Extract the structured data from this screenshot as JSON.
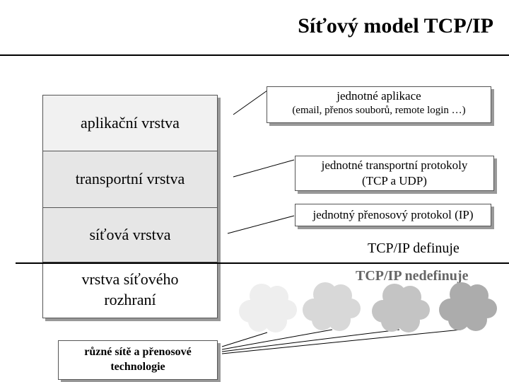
{
  "title": "Síťový model TCP/IP",
  "layers": [
    {
      "label": "aplikační vrstva",
      "fill": "#f1f1f1"
    },
    {
      "label": "transportní vrstva",
      "fill": "#e6e6e6"
    },
    {
      "label": "síťová vrstva",
      "fill": "#e6e6e6"
    },
    {
      "label": "vrstva síťového rozhraní",
      "fill": "#ffffff"
    }
  ],
  "callouts": {
    "application": {
      "line1": "jednotné aplikace",
      "line2": "(email, přenos souborů, remote login …)"
    },
    "transport": {
      "line1": "jednotné transportní protokoly",
      "line2": "(TCP a UDP)"
    },
    "network": {
      "line1": "jednotný přenosový protokol (IP)"
    }
  },
  "defined_label": "TCP/IP definuje",
  "undefined_label": "TCP/IP nedefinuje",
  "networks_box": "různé sítě a přenosové technologie",
  "colors": {
    "undefined_text": "#666666",
    "clouds": [
      "#eeeeee",
      "#d8d8d8",
      "#c4c4c4",
      "#acacac"
    ]
  }
}
